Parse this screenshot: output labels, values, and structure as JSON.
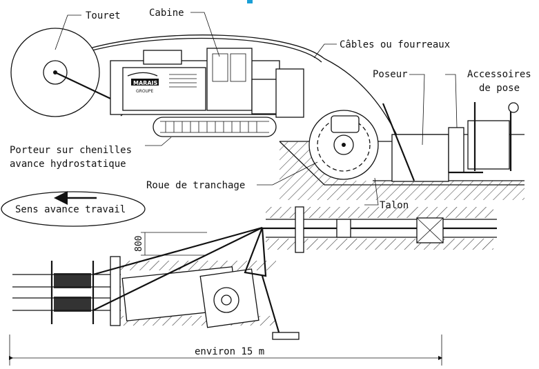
{
  "labels": {
    "touret": "Touret",
    "cabine": "Cabine",
    "cables": "Câbles ou fourreaux",
    "poseur": "Poseur",
    "accessoires_line1": "Accessoires",
    "accessoires_line2": "de pose",
    "porteur_line1": "Porteur sur chenilles",
    "porteur_line2": "avance hydrostatique",
    "roue": "Roue de tranchage",
    "talon": "Talon",
    "sens": "Sens avance travail",
    "dimension_800": "800",
    "length": "environ 15 m",
    "brand_line1": "MARAIS",
    "brand_line2": "GROUPE"
  },
  "colors": {
    "accent": "#1a9fd6",
    "ink": "#111111"
  }
}
